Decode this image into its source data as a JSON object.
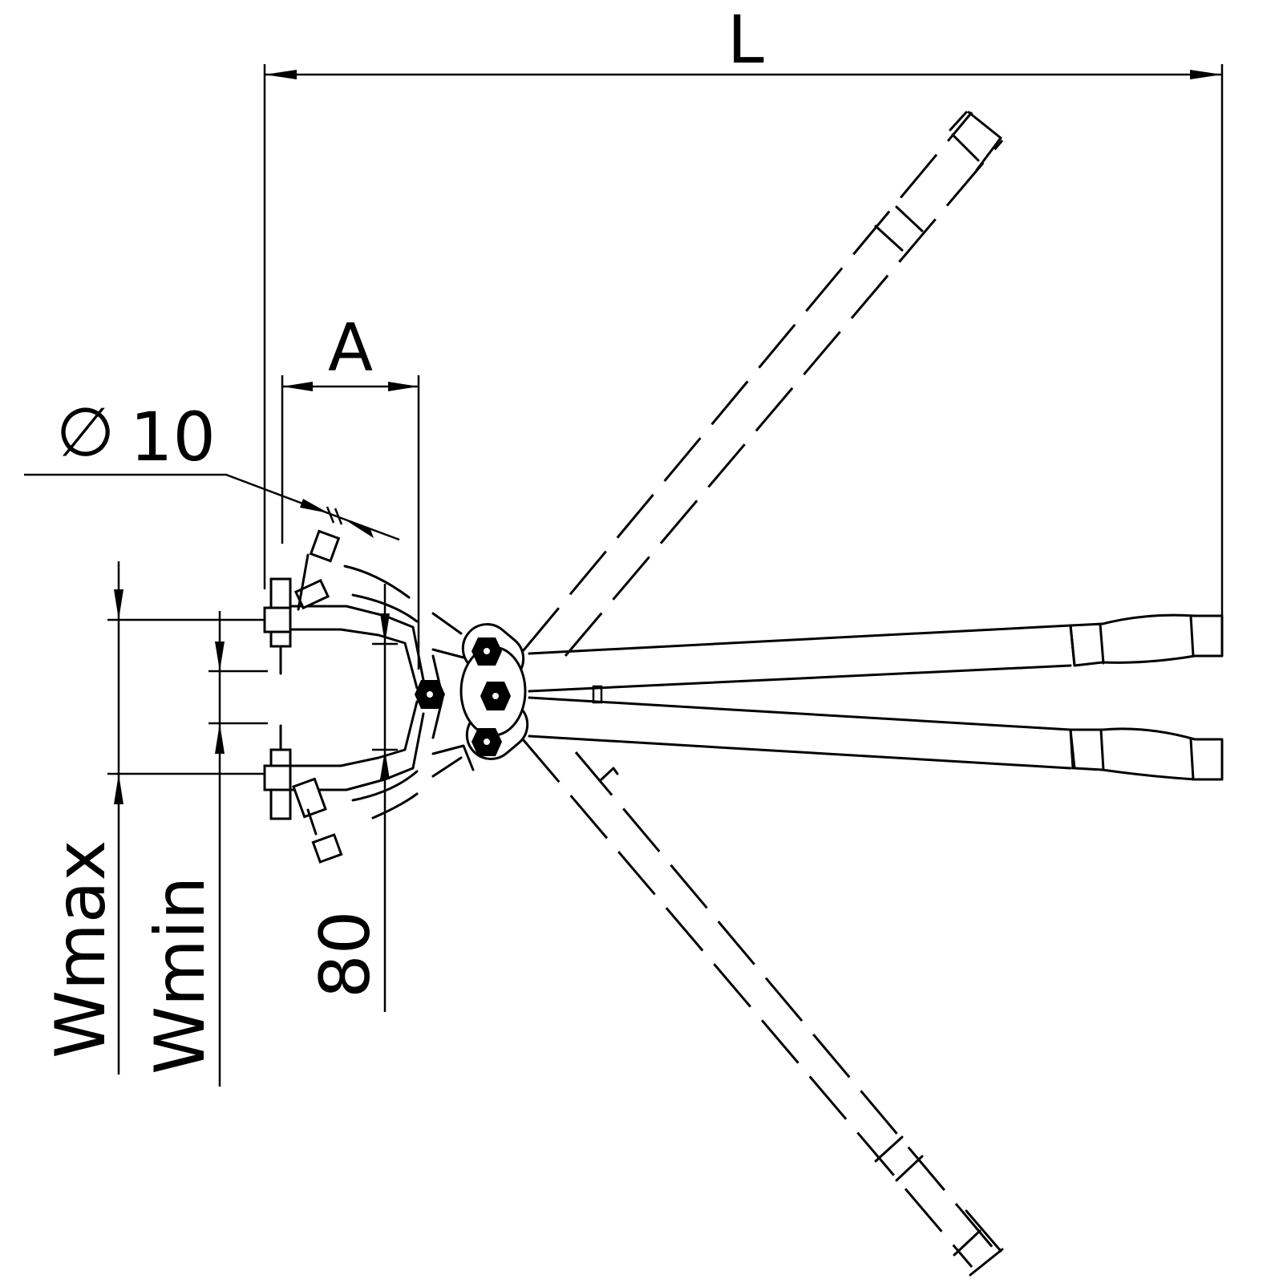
{
  "dimensions": {
    "length": "L",
    "jaw_reach": "A",
    "diameter_symbol": "∅",
    "diameter_value": "10",
    "width_max": "Wmax",
    "width_min": "Wmin",
    "jaw_height": "80"
  },
  "colors": {
    "line": "#000000",
    "background": "#ffffff"
  }
}
